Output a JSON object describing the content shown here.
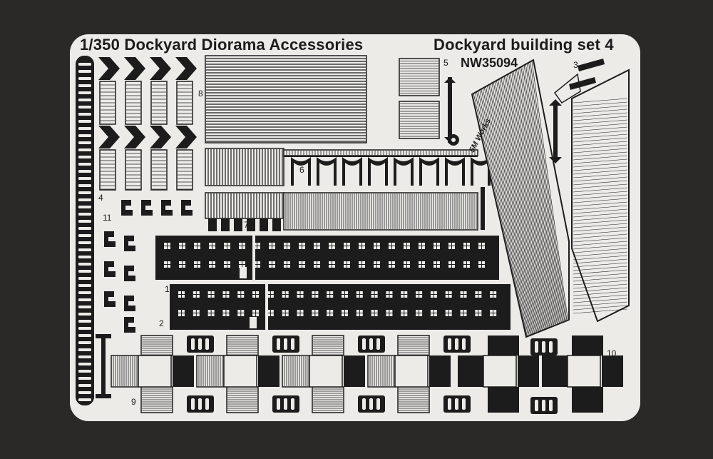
{
  "header": {
    "title_left": "1/350 Dockyard Diorama Accessories",
    "title_right": "Dockyard building set 4",
    "product_code": "NW35094"
  },
  "brand_logo": "5M Works",
  "part_numbers": [
    "1",
    "2",
    "3",
    "4",
    "5",
    "6",
    "7",
    "8",
    "9",
    "10",
    "11"
  ],
  "colors": {
    "background": "#2a2928",
    "fret_metal": "#ecebe8",
    "etch_dark": "#1c1c1c"
  }
}
